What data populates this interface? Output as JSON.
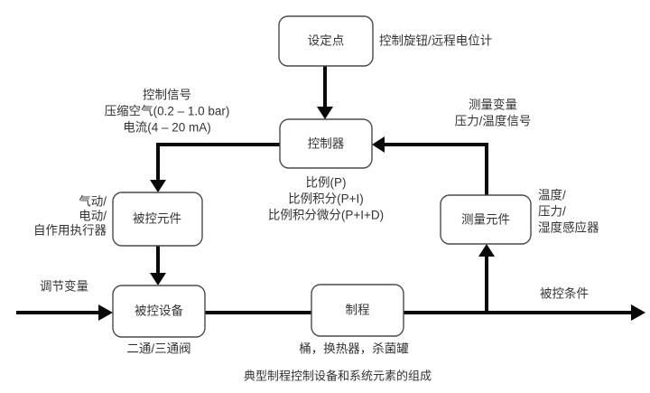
{
  "diagram": {
    "caption": "典型制程控制设备和系统元素的组成",
    "nodes": {
      "setpoint": "设定点",
      "controller": "控制器",
      "final_control_element": "被控元件",
      "measuring_element": "测量元件",
      "controlled_device": "被控设备",
      "process": "制程"
    },
    "labels": {
      "setpoint_note": "控制旋钮/远程电位计",
      "control_signal": [
        "控制信号",
        "压缩空气(0.2 – 1.0 bar)",
        "电流(4 – 20 mA)"
      ],
      "measured_variable": [
        "测量变量",
        "压力/温度信号"
      ],
      "control_modes": [
        "比例(P)",
        "比例积分(P+I)",
        "比例积分微分(P+I+D)"
      ],
      "actuator_types": [
        "气动/",
        "电动/",
        "自作用执行器"
      ],
      "sensor_types": [
        "温度/",
        "压力/",
        "湿度感应器"
      ],
      "manipulated_variable": "调节变量",
      "controlled_condition": "被控条件",
      "valve_note": "二通/三通阀",
      "process_examples": "桶，换热器，杀菌罐"
    }
  }
}
